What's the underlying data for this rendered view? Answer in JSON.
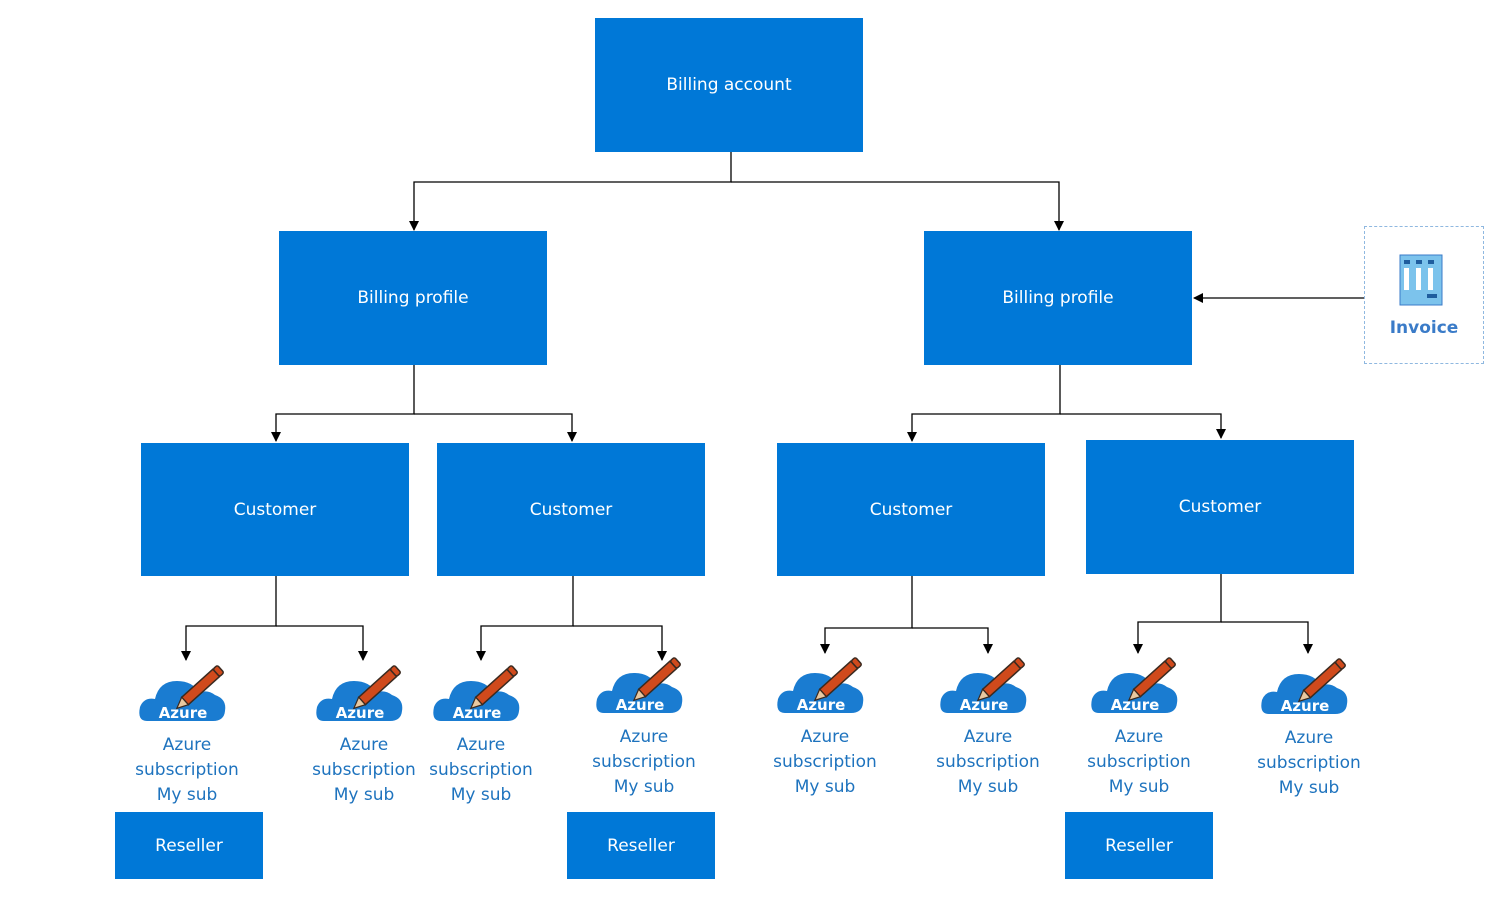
{
  "colors": {
    "box": "#0078d7",
    "box_text": "#ffffff",
    "sub_text": "#1e73be",
    "line": "#000000",
    "pencil": "#d04a1c"
  },
  "nodes": {
    "billing_account": "Billing account",
    "billing_profile_left": "Billing profile",
    "billing_profile_right": "Billing profile",
    "customer_1": "Customer",
    "customer_2": "Customer",
    "customer_3": "Customer",
    "customer_4": "Customer"
  },
  "invoice": {
    "label": "Invoice",
    "icon": "invoice-icon"
  },
  "subscriptions": [
    {
      "icon_text": "Azure",
      "line1": "Azure",
      "line2": "subscription",
      "line3": "My sub"
    },
    {
      "icon_text": "Azure",
      "line1": "Azure",
      "line2": "subscription",
      "line3": "My sub"
    },
    {
      "icon_text": "Azure",
      "line1": "Azure",
      "line2": "subscription",
      "line3": "My sub"
    },
    {
      "icon_text": "Azure",
      "line1": "Azure",
      "line2": "subscription",
      "line3": "My sub"
    },
    {
      "icon_text": "Azure",
      "line1": "Azure",
      "line2": "subscription",
      "line3": "My sub"
    },
    {
      "icon_text": "Azure",
      "line1": "Azure",
      "line2": "subscription",
      "line3": "My sub"
    },
    {
      "icon_text": "Azure",
      "line1": "Azure",
      "line2": "subscription",
      "line3": "My sub"
    },
    {
      "icon_text": "Azure",
      "line1": "Azure",
      "line2": "subscription",
      "line3": "My sub"
    }
  ],
  "resellers": [
    "Reseller",
    "Reseller",
    "Reseller"
  ]
}
